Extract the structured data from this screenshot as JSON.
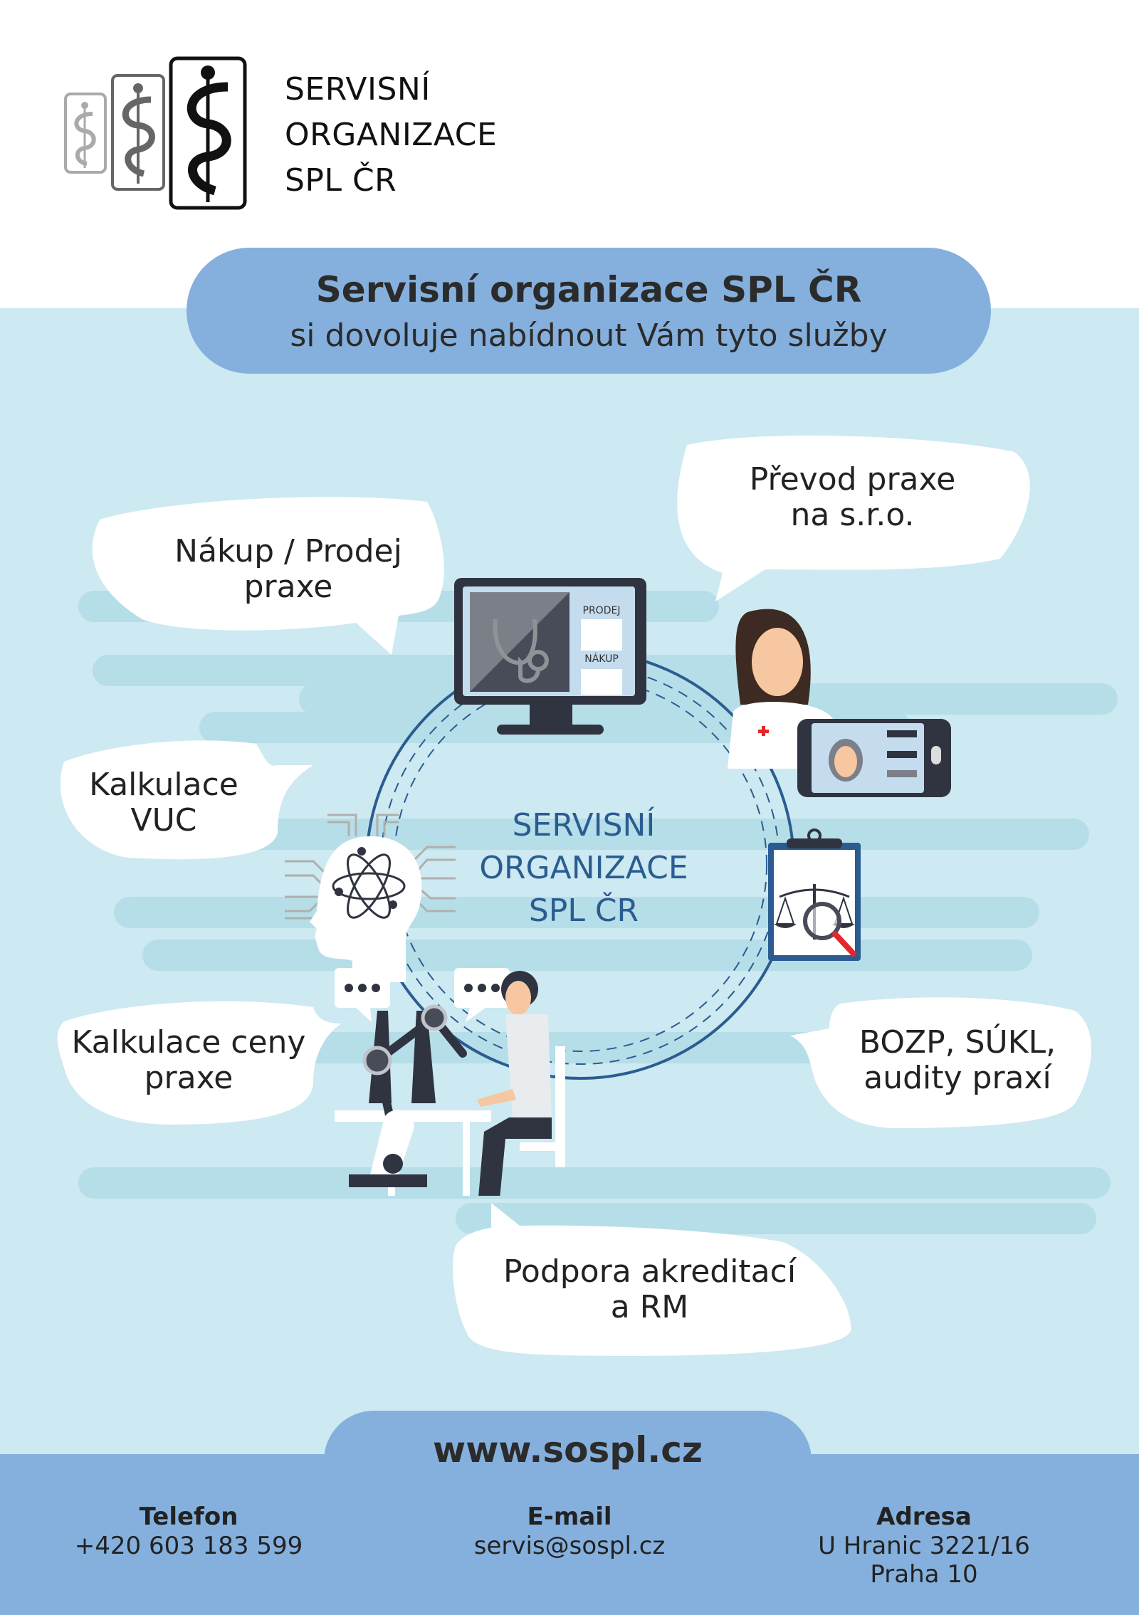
{
  "logo": {
    "lines": [
      "SERVISNÍ",
      "ORGANIZACE",
      "SPL ČR"
    ]
  },
  "header": {
    "title": "Servisní organizace SPL ČR",
    "subtitle": "si dovoluje nabídnout Vám tyto služby"
  },
  "services": [
    {
      "lines": [
        "Nákup / Prodej",
        "praxe"
      ]
    },
    {
      "lines": [
        "Převod praxe",
        "na s.r.o."
      ]
    },
    {
      "lines": [
        "Kalkulace",
        "VUC"
      ]
    },
    {
      "lines": [
        "Kalkulace ceny",
        "praxe"
      ]
    },
    {
      "lines": [
        "BOZP, SÚKL,",
        "audity praxí"
      ]
    },
    {
      "lines": [
        "Podpora akreditací",
        "a RM"
      ]
    }
  ],
  "center": {
    "lines": [
      "SERVISNÍ",
      "ORGANIZACE",
      "SPL ČR"
    ]
  },
  "monitor": {
    "prodej_label": "PRODEJ",
    "nakup_label": "NÁKUP"
  },
  "footer": {
    "url": "www.sospl.cz",
    "phone": {
      "label": "Telefon",
      "value": "+420 603 183 599"
    },
    "email": {
      "label": "E-mail",
      "value": "servis@sospl.cz"
    },
    "address": {
      "label": "Adresa",
      "line1": "U Hranic 3221/16",
      "line2": "Praha 10"
    }
  },
  "colors": {
    "accent_blue": "#85b0dd",
    "background_light": "#cde9f1",
    "stripe": "#b6dee8",
    "center_text": "#2b5c91",
    "dark": "#2f3440"
  }
}
